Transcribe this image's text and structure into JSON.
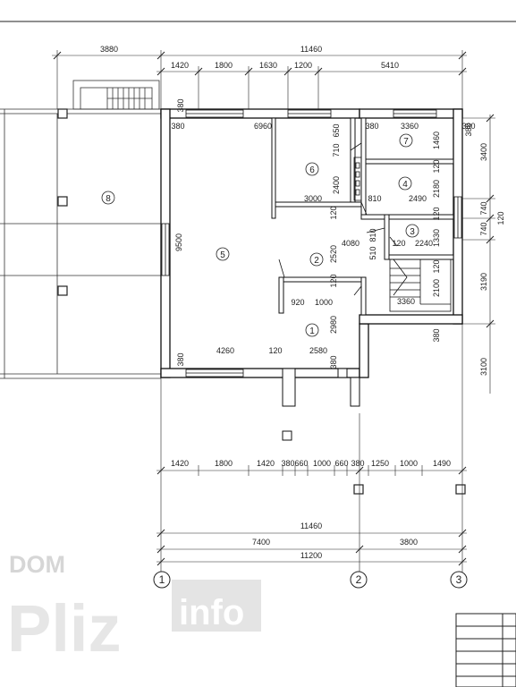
{
  "watermark": {
    "top": "DOM",
    "brand": "Pliz",
    "suffix": "info"
  },
  "top_dims": {
    "overall_left": "3880",
    "overall_right": "11460",
    "row": [
      "1420",
      "1800",
      "1630",
      "1200",
      "5410"
    ]
  },
  "bottom_dims": {
    "row": [
      "1420",
      "1800",
      "1420",
      "380",
      "660",
      "1000",
      "660",
      "380",
      "1250",
      "1000",
      "1490"
    ],
    "overall": "11460",
    "split_a": "7400",
    "split_b": "3800",
    "total": "11200"
  },
  "right_dims": [
    "380",
    "3400",
    "740",
    "740",
    "120",
    "3190",
    "3100"
  ],
  "axes": [
    "1",
    "2",
    "3"
  ],
  "rooms": [
    {
      "label": "1",
      "area": "2980"
    },
    {
      "label": "2",
      "area": "2520"
    },
    {
      "label": "3",
      "area": "2240"
    },
    {
      "label": "4",
      "area": "2490"
    },
    {
      "label": "5",
      "area": "9500"
    },
    {
      "label": "6",
      "area": "2400"
    },
    {
      "label": "7",
      "area": "3360"
    },
    {
      "label": "8",
      "area": ""
    }
  ],
  "inner_dims": {
    "r6_width": "6960",
    "r7_width": "3360",
    "r4_w": "810",
    "r6_bottom": "3000",
    "r2_w": "4080",
    "r3_w": "2240",
    "r1_a": "920",
    "r1_b": "1000",
    "r1_bottom": "2580",
    "r5_bottom": "4260",
    "stair_w": "3360",
    "t380a": "380",
    "t380b": "380",
    "t380c": "380",
    "t380d": "380",
    "t380e": "380",
    "t380f": "380",
    "t120a": "120",
    "t120b": "120",
    "t120c": "120",
    "t120d": "120",
    "t120e": "120",
    "t650": "650",
    "t710": "710",
    "t1460": "1460",
    "t2180": "2180",
    "t810": "810",
    "t510": "510",
    "t1330": "1330",
    "t2100": "2100",
    "t120f": "120"
  }
}
